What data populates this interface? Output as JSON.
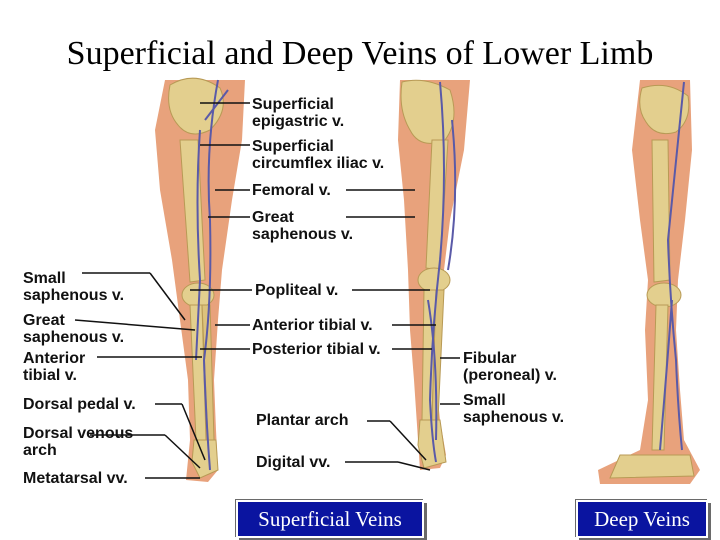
{
  "title": "Superficial and Deep Veins of Lower Limb",
  "labels": {
    "superficial_epigastric": "Superficial epigastric v.",
    "superficial_circumflex_iliac": "Superficial circumflex iliac v.",
    "femoral": "Femoral v.",
    "great_saphenous_right": "Great saphenous v.",
    "popliteal": "Popliteal v.",
    "anterior_tibial_right": "Anterior tibial v.",
    "posterior_tibial": "Posterior tibial v.",
    "plantar_arch": "Plantar arch",
    "digital": "Digital vv.",
    "small_saphenous_left": "Small saphenous v.",
    "great_saphenous_left": "Great saphenous v.",
    "anterior_tibial_left": "Anterior tibial v.",
    "dorsal_pedal": "Dorsal pedal v.",
    "dorsal_venous_arch": "Dorsal venous arch",
    "metatarsal": "Metatarsal vv.",
    "fibular": "Fibular (peroneal) v.",
    "small_saphenous_right": "Small saphenous v."
  },
  "buttons": {
    "superficial": "Superficial Veins",
    "deep": "Deep Veins"
  },
  "colors": {
    "skin": "#e8a27c",
    "bone": "#e3cf8e",
    "vein": "#5a5aa8",
    "button": "#0a14a0"
  }
}
